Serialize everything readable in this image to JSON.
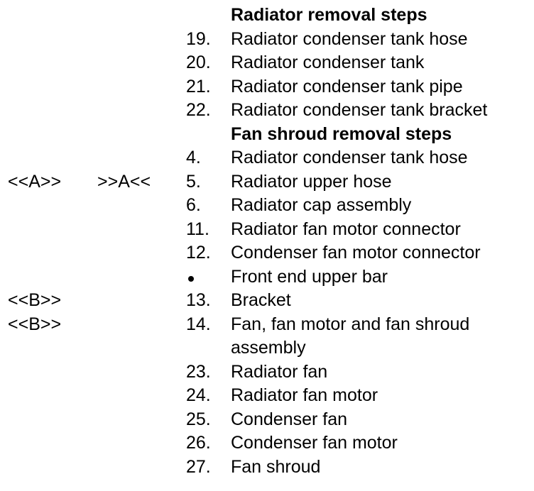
{
  "lines": [
    {
      "a": "",
      "b": "",
      "num": "",
      "text": "Radiator removal steps",
      "heading": true
    },
    {
      "a": "",
      "b": "",
      "num": "19.",
      "text": "Radiator condenser tank hose"
    },
    {
      "a": "",
      "b": "",
      "num": "20.",
      "text": "Radiator condenser tank"
    },
    {
      "a": "",
      "b": "",
      "num": "21.",
      "text": "Radiator condenser tank pipe"
    },
    {
      "a": "",
      "b": "",
      "num": "22.",
      "text": "Radiator condenser tank bracket"
    },
    {
      "a": "",
      "b": "",
      "num": "",
      "text": "Fan shroud removal steps",
      "heading": true
    },
    {
      "a": "",
      "b": "",
      "num": "4.",
      "text": "Radiator condenser tank hose"
    },
    {
      "a": "<<A>>",
      "b": ">>A<<",
      "num": "5.",
      "text": "Radiator upper hose"
    },
    {
      "a": "",
      "b": "",
      "num": "6.",
      "text": "Radiator cap assembly"
    },
    {
      "a": "",
      "b": "",
      "num": "11.",
      "text": "Radiator fan motor connector"
    },
    {
      "a": "",
      "b": "",
      "num": "12.",
      "text": "Condenser fan motor connector"
    },
    {
      "a": "",
      "b": "",
      "num": "",
      "text": "Front end upper bar",
      "bullet": true
    },
    {
      "a": "<<B>>",
      "b": "",
      "num": "13.",
      "text": "Bracket"
    },
    {
      "a": "<<B>>",
      "b": "",
      "num": "14.",
      "text": "Fan, fan motor and fan shroud"
    },
    {
      "a": "",
      "b": "",
      "num": "",
      "text": "assembly"
    },
    {
      "a": "",
      "b": "",
      "num": "23.",
      "text": "Radiator fan"
    },
    {
      "a": "",
      "b": "",
      "num": "24.",
      "text": "Radiator fan motor"
    },
    {
      "a": "",
      "b": "",
      "num": "25.",
      "text": "Condenser fan"
    },
    {
      "a": "",
      "b": "",
      "num": "26.",
      "text": "Condenser fan motor"
    },
    {
      "a": "",
      "b": "",
      "num": "27.",
      "text": "Fan shroud"
    }
  ]
}
